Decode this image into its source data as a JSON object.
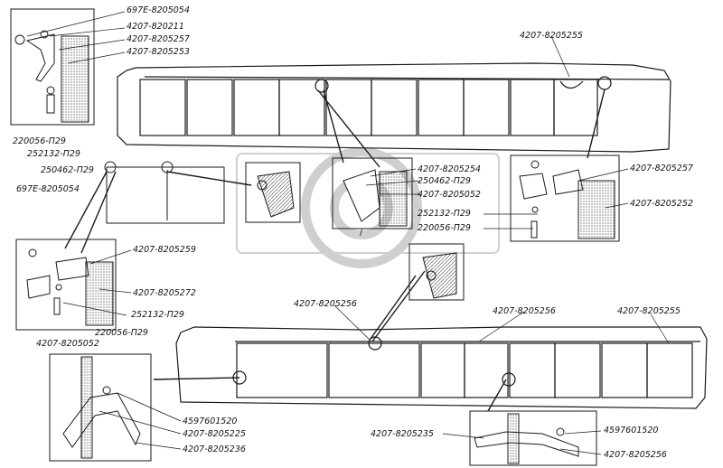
{
  "labels": {
    "p697E_8205054_top": "697E-8205054",
    "p4207_820211": "4207-820211",
    "p4207_8205257_top": "4207-8205257",
    "p4207_8205253": "4207-8205253",
    "p220056_P29_top": "220056-П29",
    "p252132_P29_top": "252132-П29",
    "p4207_8205255_top": "4207-8205255",
    "p250462_P29_left": "250462-П29",
    "p697E_8205054_left": "697E-8205054",
    "p4207_8205254": "4207-8205254",
    "p250462_P29_mid": "250462-П29",
    "p4207_8205052_mid": "4207-8205052",
    "p252132_P29_mid": "252132-П29",
    "p220056_P29_mid": "220056-П29",
    "p4207_8205257_right": "4207-8205257",
    "p4207_8205252": "4207-8205252",
    "p4207_8205259": "4207-8205259",
    "p4207_8205272": "4207-8205272",
    "p252132_P29_left": "252132-П29",
    "p220056_P29_left": "220056-П29",
    "p4207_8205052_left": "4207-8205052",
    "p4207_8205256_a": "4207-8205256",
    "p4207_8205256_b": "4207-8205256",
    "p4207_8205255_bottom": "4207-8205255",
    "p4597601520_left": "4597601520",
    "p4207_8205225": "4207-8205225",
    "p4207_8205236": "4207-8205236",
    "p4207_8205235": "4207-8205235",
    "p4597601520_right": "4597601520",
    "p4207_8205256_bottom": "4207-8205256",
    "small_mark": "∕"
  },
  "colors": {
    "line": "#1a1a1a",
    "hatch": "#555555",
    "watermark": "#c8c8c8"
  }
}
